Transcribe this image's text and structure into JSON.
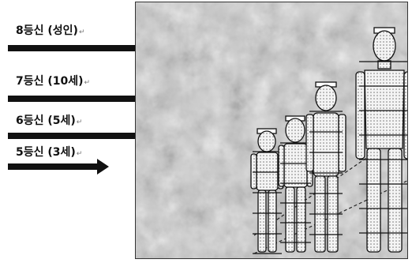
{
  "labels": [
    {
      "text": "8등신 (성인)",
      "mark": "↵"
    },
    {
      "text": "7등신 (10세)",
      "mark": "↵"
    },
    {
      "text": "6등신 (5세)",
      "mark": "↵"
    },
    {
      "text": "5등신 (3세)",
      "mark": "↵"
    }
  ],
  "figures": [
    {
      "name": "adult",
      "head_units": 8
    },
    {
      "name": "age-10",
      "head_units": 7
    },
    {
      "name": "age-5",
      "head_units": 6
    },
    {
      "name": "age-3",
      "head_units": 5
    }
  ],
  "colors": {
    "ink": "#111111",
    "panel_bg": "#c9c9c9"
  }
}
